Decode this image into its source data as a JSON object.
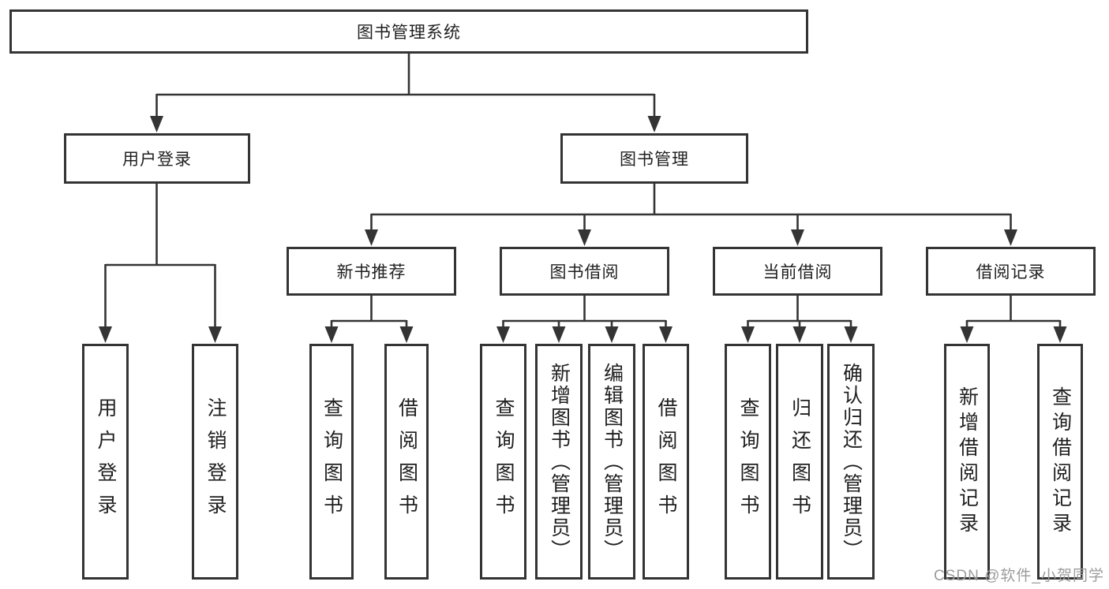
{
  "tree": {
    "root": {
      "label": "图书管理系统"
    },
    "level2": [
      {
        "label": "用户登录"
      },
      {
        "label": "图书管理"
      }
    ],
    "level3": [
      {
        "label": "新书推荐"
      },
      {
        "label": "图书借阅"
      },
      {
        "label": "当前借阅"
      },
      {
        "label": "借阅记录"
      }
    ],
    "leaves": {
      "user_login": [
        {
          "label": "用户登录"
        },
        {
          "label": "注销登录"
        }
      ],
      "new_book": [
        {
          "label": "查询图书"
        },
        {
          "label": "借阅图书"
        }
      ],
      "book_borrow": [
        {
          "label": "查询图书"
        },
        {
          "label": "新增图书（管理员）"
        },
        {
          "label": "编辑图书（管理员）"
        },
        {
          "label": "借阅图书"
        }
      ],
      "current_borrow": [
        {
          "label": "查询图书"
        },
        {
          "label": "归还图书"
        },
        {
          "label": "确认归还（管理员）"
        }
      ],
      "borrow_record": [
        {
          "label": "新增借阅记录"
        },
        {
          "label": "查询借阅记录"
        }
      ]
    }
  },
  "watermark": {
    "text": "CSDN @软件_小贺同学"
  },
  "colors": {
    "line": "#343434",
    "text": "#1f1f1f",
    "watermark": "#9c9c9c",
    "background": "#ffffff"
  }
}
